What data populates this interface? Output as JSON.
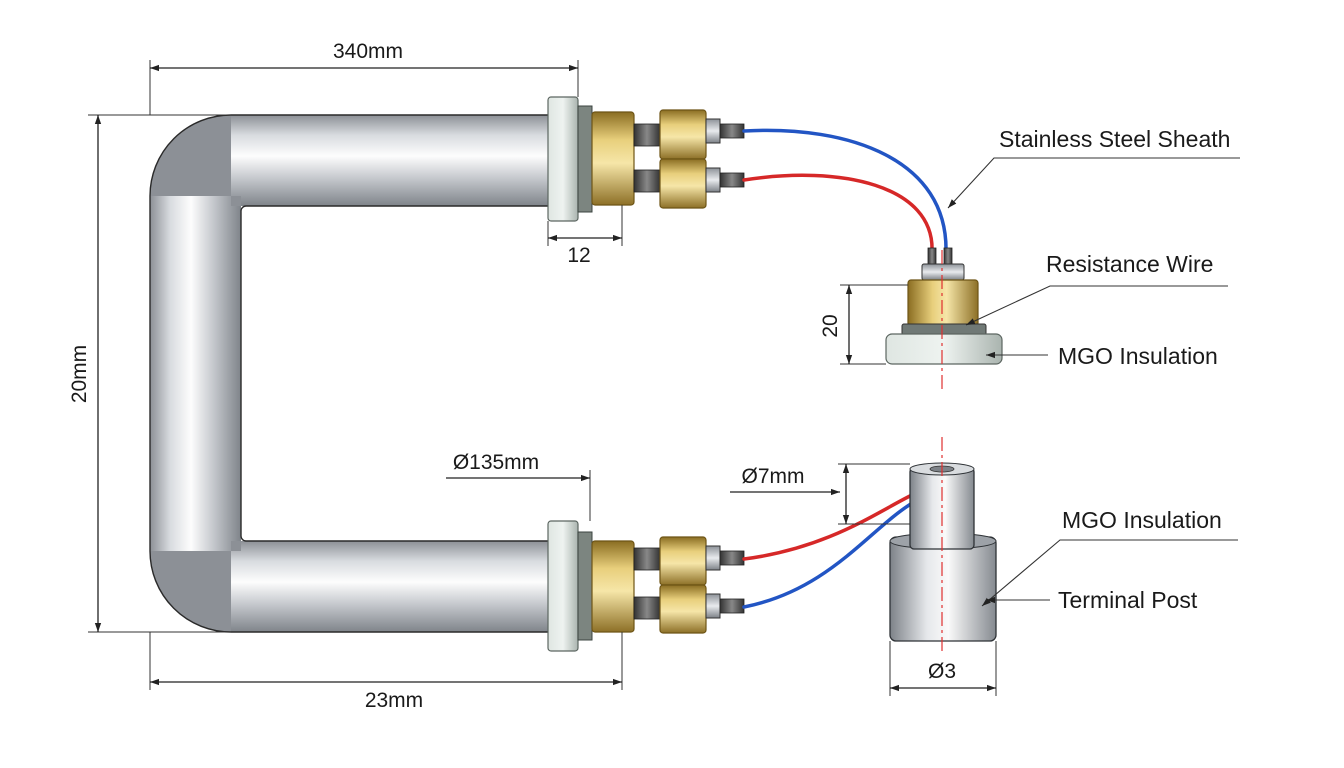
{
  "dimensions": {
    "top_length": "340mm",
    "bottom_length": "23mm",
    "height": "20mm",
    "flange_width": "12",
    "tube_diameter": "Ø135mm",
    "post_diameter": "Ø7mm",
    "base_diameter": "Ø3",
    "terminal_height": "20"
  },
  "callouts": {
    "sheath": "Stainless Steel Sheath",
    "resistance_wire": "Resistance Wire",
    "mgo_top": "MGO Insulation",
    "mgo_bottom": "MGO Insulation",
    "terminal_post": "Terminal Post"
  },
  "colors": {
    "steel": "#c9ccd0",
    "brass": "#c9a84a",
    "wire_red": "#d62828",
    "wire_blue": "#2255c4",
    "centerline": "#e03030"
  }
}
